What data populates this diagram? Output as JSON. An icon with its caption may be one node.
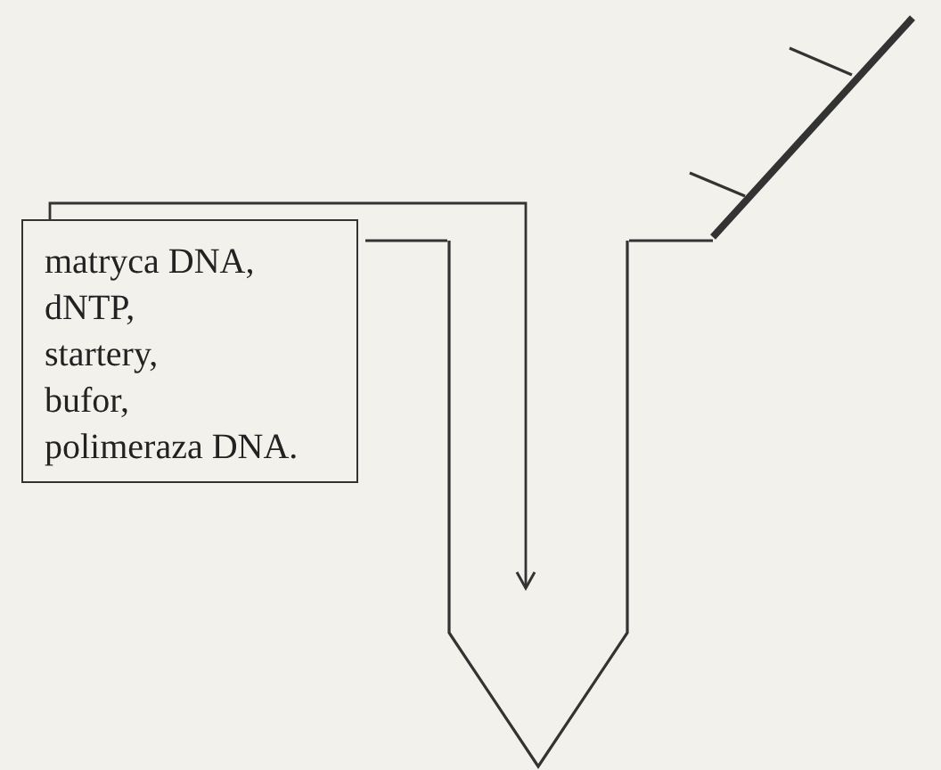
{
  "diagram": {
    "nodes": [
      {
        "text": [
          "matryca DNA, dNTP, startery, bufor, polimeraza DNA."
        ]
      },
      {
        "text": [],
        "shape": "tube"
      }
    ],
    "edges": [
      {
        "from": 0,
        "to": 1,
        "arrow": "to"
      }
    ]
  }
}
